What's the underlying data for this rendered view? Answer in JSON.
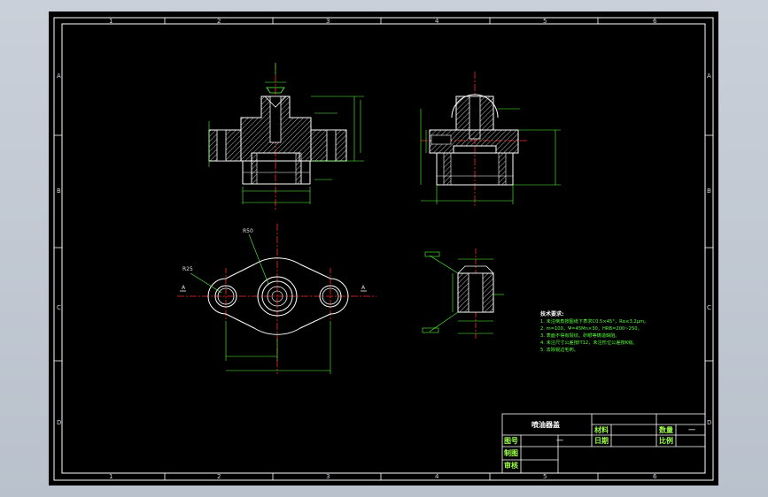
{
  "zones": {
    "columns": [
      "1",
      "2",
      "3",
      "4",
      "5",
      "6"
    ],
    "rows": [
      "A",
      "B",
      "C",
      "D"
    ]
  },
  "title_block": {
    "part_name": "喷油器盖",
    "material_label": "材料",
    "quantity_label": "数量",
    "quantity_value": "一",
    "drawing_no_label": "图号",
    "drawing_no_value": "一",
    "date_label": "日期",
    "scale_label": "比例",
    "drawn_label": "制图",
    "checked_label": "审核"
  },
  "technical_requirements": {
    "title": "技术要求:",
    "items": [
      "1. 未注倒角按图纸下表求C0.5×45°，Rα≤3.2μm。",
      "2. m=100，Ψ=45Mn×30，HRB=200~250。",
      "3. 表面不得有裂纹、砂眼等铸造缺陷。",
      "4. 未注尺寸公差按IT12，未注形位公差按K级。",
      "5. 去除锐边毛刺。"
    ]
  },
  "view_labels": {
    "section_left": "A",
    "section_right": "A",
    "radius_large": "R50",
    "radius_small": "R25"
  },
  "colors": {
    "background": "#000000",
    "outline": "#ffffff",
    "dimension": "#56ff3a",
    "centerline": "#ff2a2a",
    "hatch": "#e8e8e8",
    "title_text": "#9dff4a"
  }
}
